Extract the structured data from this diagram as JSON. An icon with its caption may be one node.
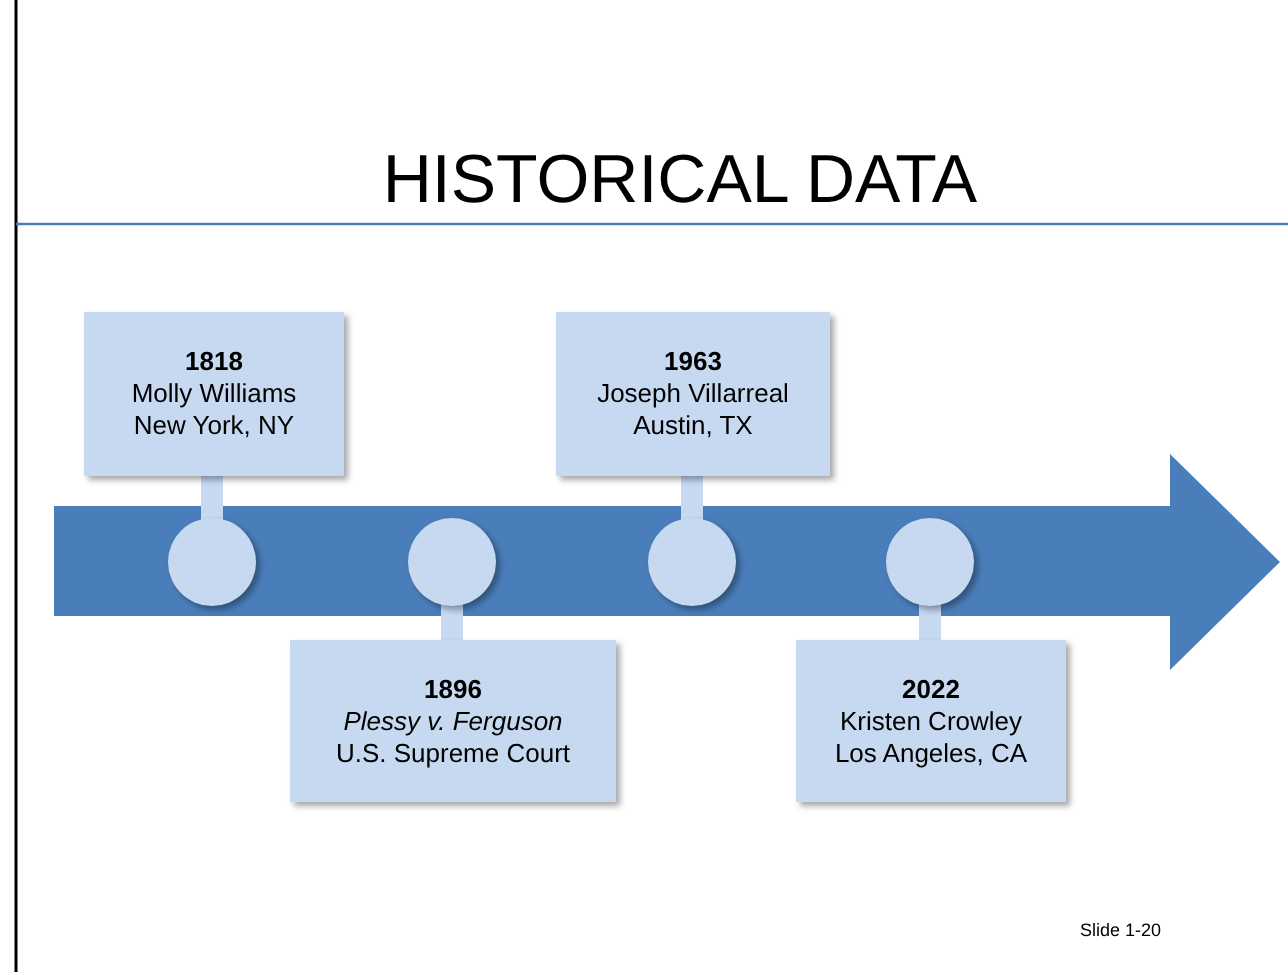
{
  "diagram": {
    "title": "HISTORICAL DATA",
    "nodes": [
      {
        "text": [
          "1818",
          "Molly Williams",
          "New York, NY"
        ]
      },
      {
        "text": [
          "1963",
          "Joseph Villarreal",
          "Austin, TX"
        ]
      },
      {
        "text": [],
        "shape": "arrow"
      },
      {
        "text": [],
        "shape": "circle",
        "in": 2
      },
      {
        "text": [],
        "shape": "circle",
        "in": 2
      },
      {
        "text": [],
        "shape": "circle",
        "in": 2
      },
      {
        "text": [],
        "shape": "circle",
        "in": 2
      },
      {
        "text": [
          "1896",
          "*Plessy v. Ferguson*",
          "U.S. Supreme Court"
        ]
      },
      {
        "text": [
          "2022",
          "Kristen Crowley",
          "Los Angeles, CA"
        ]
      }
    ],
    "edges": [
      {
        "from": 0,
        "to": 3,
        "arrow": "none"
      },
      {
        "from": 1,
        "to": 5,
        "arrow": "none"
      },
      {
        "from": 7,
        "to": 4,
        "arrow": "none"
      },
      {
        "from": 8,
        "to": 6,
        "arrow": "none"
      }
    ],
    "labels": [
      "Slide 1-20"
    ]
  }
}
